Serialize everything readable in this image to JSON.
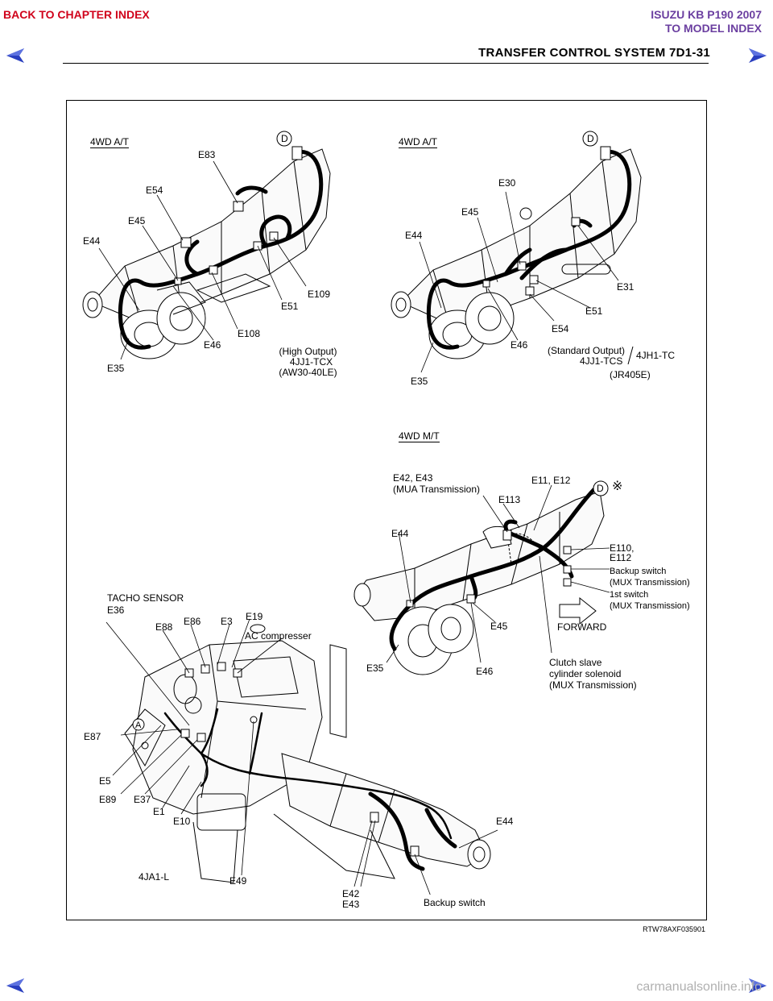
{
  "header": {
    "back_link": "BACK TO CHAPTER INDEX",
    "model_line1": "ISUZU KB P190 2007",
    "model_line2": "TO MODEL INDEX",
    "page_title": "TRANSFER CONTROL SYSTEM  7D1-31",
    "colors": {
      "back_link": "#d0021b",
      "model_link": "#6b3fa0",
      "arrow": "#2a3fbf"
    }
  },
  "diagrams": {
    "top_left": {
      "heading": "4WD A/T",
      "connector_d": "D",
      "labels": {
        "e83": "E83",
        "e54": "E54",
        "e45": "E45",
        "e44": "E44",
        "e109": "E109",
        "e51": "E51",
        "e108": "E108",
        "e46": "E46",
        "e35": "E35"
      },
      "caption_line1": "(High Output)",
      "caption_line2": "4JJ1-TCX",
      "caption_line3": "(AW30-40LE)"
    },
    "top_right": {
      "heading": "4WD A/T",
      "connector_d": "D",
      "labels": {
        "e30": "E30",
        "e45": "E45",
        "e44": "E44",
        "e31": "E31",
        "e51": "E51",
        "e54": "E54",
        "e46": "E46",
        "e35": "E35"
      },
      "caption_line1": "(Standard Output)",
      "caption_line2": "4JJ1-TCS",
      "caption_alt": "4JH1-TC",
      "caption_line3": "(JR405E)"
    },
    "middle_right": {
      "heading": "4WD M/T",
      "connector_d": "D",
      "mark": "※",
      "labels": {
        "e42_e43": "E42, E43",
        "mua": "(MUA Transmission)",
        "e11_e12": "E11, E12",
        "e113": "E113",
        "e44": "E44",
        "e110": "E110,",
        "e112": "E112",
        "backup1": "Backup switch",
        "mux1": "(MUX Transmission)",
        "first_switch": "1st switch",
        "mux2": "(MUX Transmission)",
        "forward": "FORWARD",
        "e45": "E45",
        "e35": "E35",
        "e46": "E46",
        "clutch1": "Clutch slave",
        "clutch2": "cylinder solenoid",
        "clutch3": "(MUX Transmission)"
      }
    },
    "bottom_left": {
      "labels": {
        "tacho": "TACHO SENSOR",
        "e36": "E36",
        "e88": "E88",
        "e86": "E86",
        "e3": "E3",
        "e19": "E19",
        "ac": "AC compresser",
        "connector_a": "A",
        "e87": "E87",
        "e5": "E5",
        "e89": "E89",
        "e37": "E37",
        "e1": "E1",
        "e10": "E10",
        "e44": "E44",
        "engine": "4JA1-L",
        "e49": "E49",
        "e42": "E42",
        "e43": "E43",
        "backup": "Backup switch"
      }
    }
  },
  "footer": {
    "figure_ref": "RTW78AXF035901",
    "watermark": "carmanualsonline.info"
  }
}
